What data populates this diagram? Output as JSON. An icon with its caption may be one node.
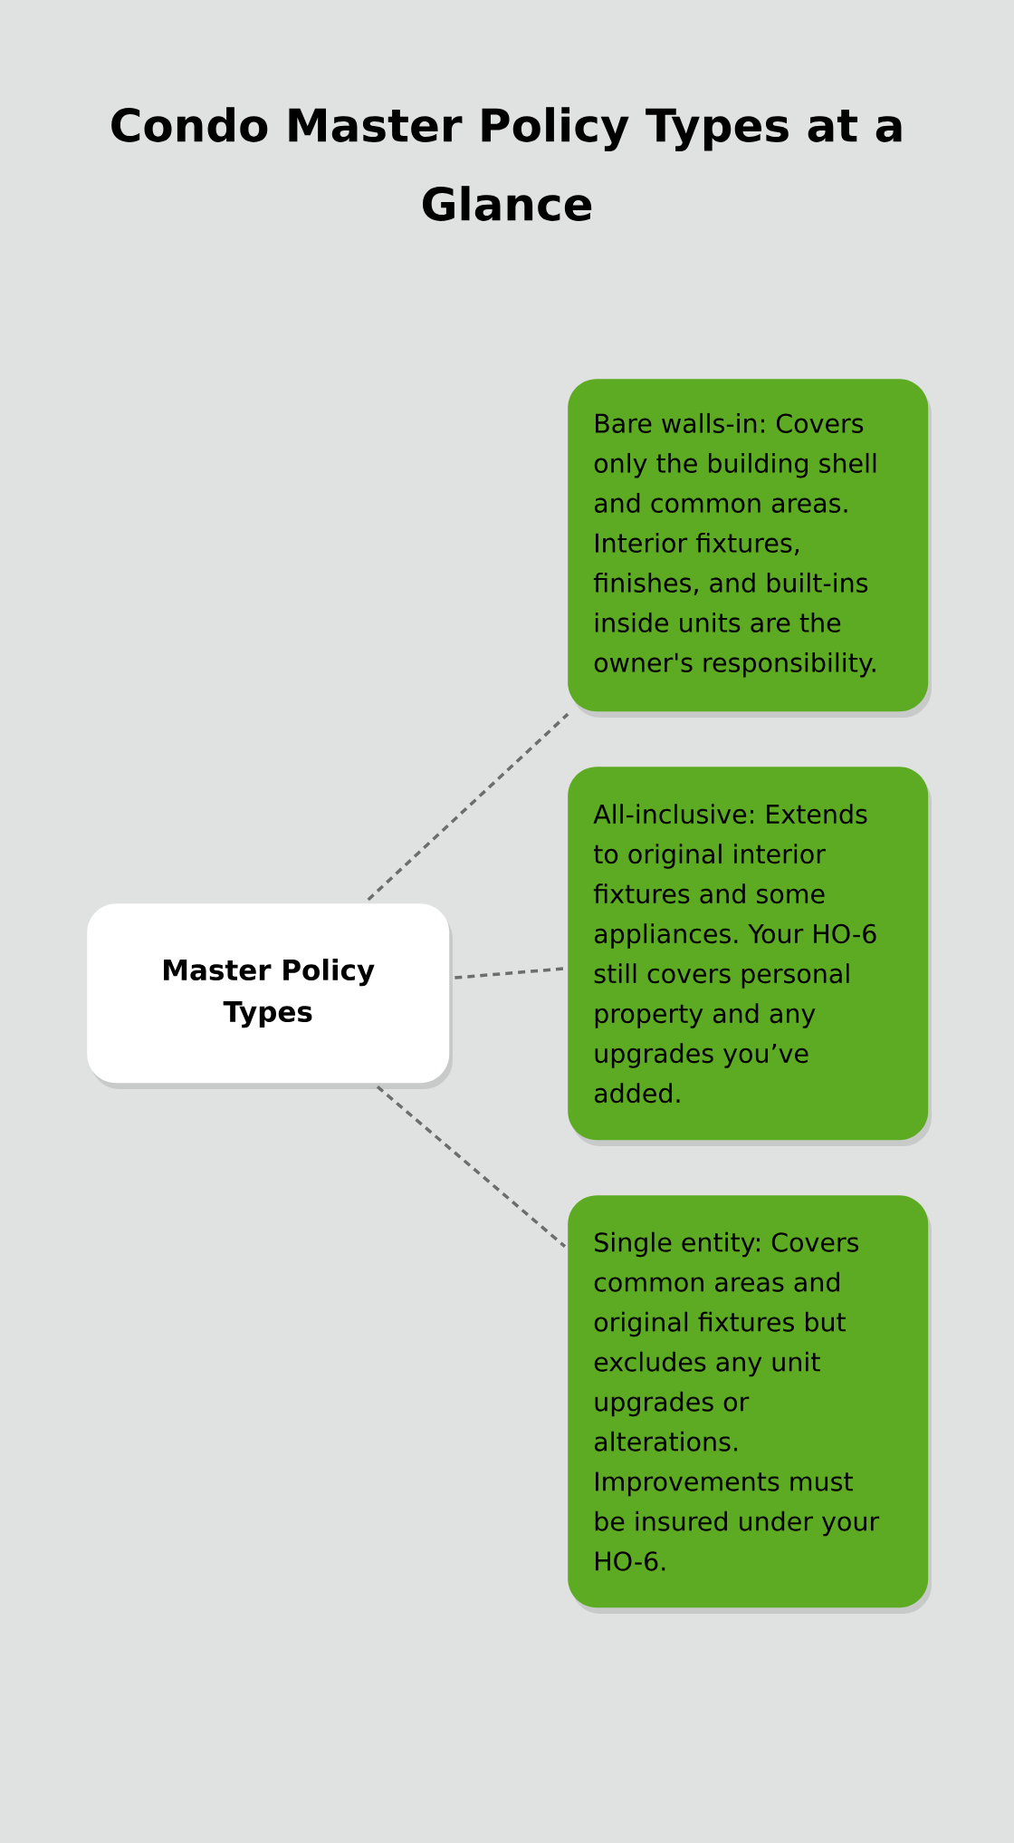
{
  "diagram": {
    "title": "Condo Master Policy Types at a Glance",
    "nodes": [
      {
        "text": [
          "Master Policy Types"
        ]
      },
      {
        "text": [
          "Bare walls-in: Covers only the building shell and common areas. Interior fixtures, finishes, and built-ins inside units are the owner's responsibility."
        ]
      },
      {
        "text": [
          "All-inclusive: Extends to original interior fixtures and some appliances. Your HO-6 still covers personal property and any upgrades you’ve added."
        ]
      },
      {
        "text": [
          "Single entity: Covers common areas and original fixtures but excludes any unit upgrades or alterations. Improvements must be insured under your HO-6."
        ]
      }
    ],
    "edges": [
      {
        "from": 0,
        "to": 1,
        "arrow": "none",
        "style": "dashed"
      },
      {
        "from": 0,
        "to": 2,
        "arrow": "none",
        "style": "dashed"
      },
      {
        "from": 0,
        "to": 3,
        "arrow": "none",
        "style": "dashed"
      }
    ]
  }
}
